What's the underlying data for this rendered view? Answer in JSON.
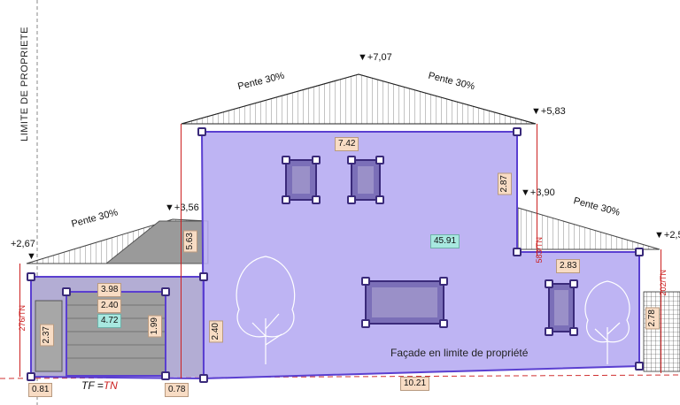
{
  "property_line_label": "LIMITE DE PROPRIETE",
  "roof_slopes": [
    "Pente 30%",
    "Pente 30%",
    "Pente 30%",
    "Pente 30%"
  ],
  "levels": {
    "ridge": "+7,07",
    "main_eave": "+5,83",
    "right_roof": "+3,90",
    "garage_top": "+3,56",
    "left_eave": "+2,67",
    "right_edge": "+2,5"
  },
  "dimension_tags": {
    "window_top_width": "7.42",
    "main_area": "45.91",
    "right_section_width": "2.87",
    "right_window_width": "2.83",
    "right_height": "2.78",
    "garage_height": "5.63",
    "left_door_width": "3.98",
    "left_door_2": "2.40",
    "left_area": "4.72",
    "left_vert_237": "2.37",
    "left_vert_199": "1.99",
    "wall_height_240": "2.40",
    "corner_081": "0.81",
    "corner_078": "0.78",
    "base_width": "10.21"
  },
  "red_dims": {
    "left": "276/TN",
    "right_main": "583/TN",
    "right_far": "202/TN"
  },
  "ground_label": {
    "tf": "TF =",
    "tn": "TN"
  },
  "facade_caption": "Façade en limite de propriété",
  "colors": {
    "selection_fill": "#b7acf2",
    "selection_stroke": "#5a3fd0",
    "tag_fill": "#f8dcc4",
    "area_tag_fill": "#a8e8e0",
    "dimension_red": "#cc2020"
  }
}
